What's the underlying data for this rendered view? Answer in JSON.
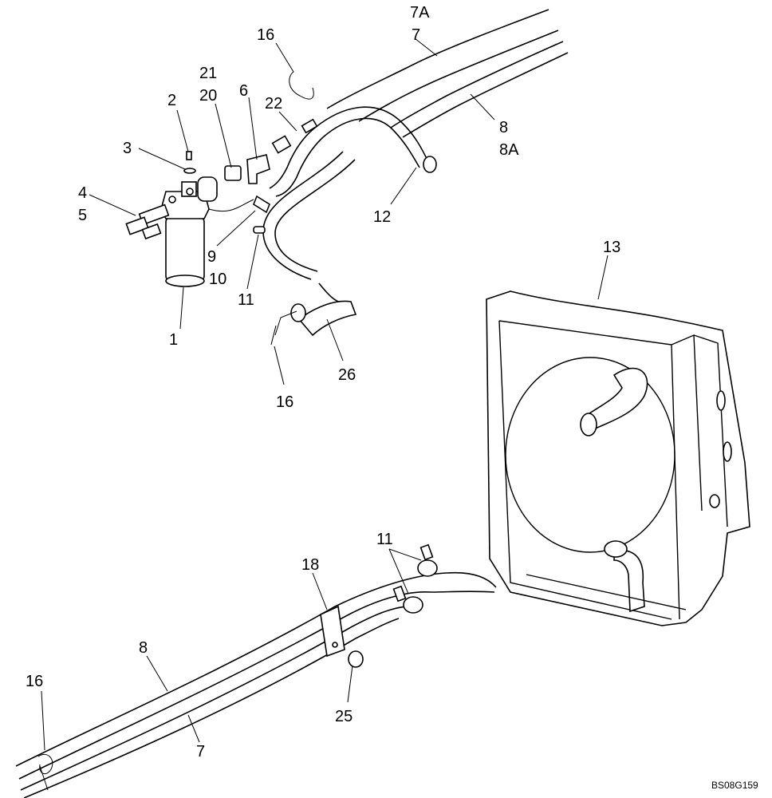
{
  "callouts": {
    "c_7A_top": "7A",
    "c_7_top": "7",
    "c_16_top": "16",
    "c_21": "21",
    "c_20": "20",
    "c_6": "6",
    "c_22": "22",
    "c_2": "2",
    "c_3": "3",
    "c_4": "4",
    "c_5": "5",
    "c_8_top": "8",
    "c_8A": "8A",
    "c_12": "12",
    "c_9": "9",
    "c_10": "10",
    "c_11_top": "11",
    "c_1": "1",
    "c_13": "13",
    "c_26": "26",
    "c_16_mid": "16",
    "c_11_bottom": "11",
    "c_18": "18",
    "c_8_bottom": "8",
    "c_16_bottom": "16",
    "c_25": "25",
    "c_7_bottom": "7"
  },
  "reference_code": "BS08G159"
}
